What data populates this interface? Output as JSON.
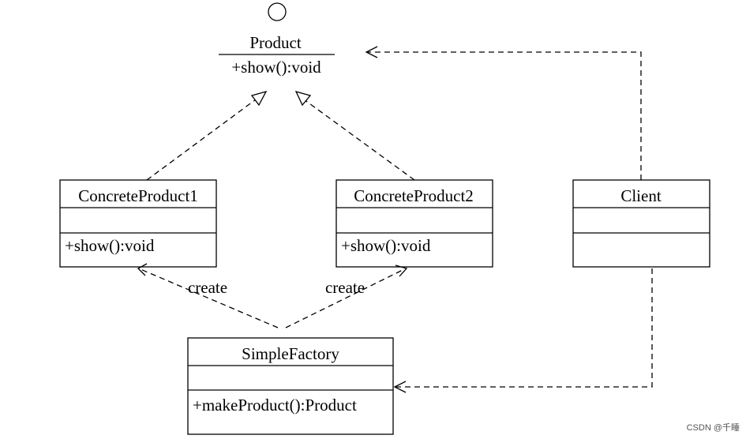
{
  "product": {
    "name": "Product",
    "method": "+show():void"
  },
  "concrete_product_1": {
    "name": "ConcreteProduct1",
    "attributes": "",
    "method": "+show():void"
  },
  "concrete_product_2": {
    "name": "ConcreteProduct2",
    "attributes": "",
    "method": "+show():void"
  },
  "client": {
    "name": "Client"
  },
  "simple_factory": {
    "name": "SimpleFactory",
    "method": "+makeProduct():Product"
  },
  "relations": {
    "create_label_1": "create",
    "create_label_2": "create"
  },
  "watermark": "CSDN @千睡"
}
